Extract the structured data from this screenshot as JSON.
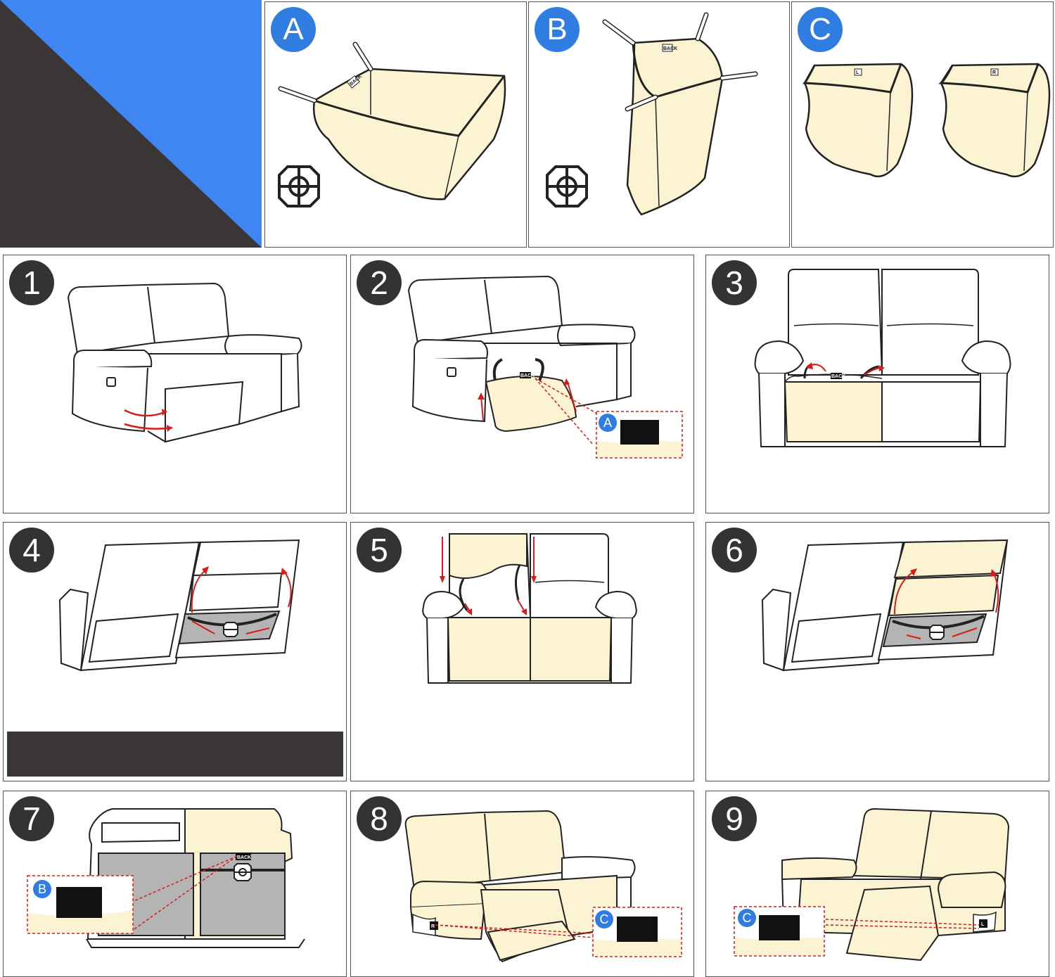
{
  "brand": {
    "dark_color": "#3a3636",
    "accent_color": "#3f86f2"
  },
  "parts": [
    {
      "letter": "A",
      "tag": "BACK"
    },
    {
      "letter": "B",
      "tag": "BACK"
    },
    {
      "letter": "C",
      "tags": [
        "L",
        "R"
      ]
    }
  ],
  "steps": [
    {
      "number": "1"
    },
    {
      "number": "2",
      "tag": "BACK",
      "callout_letter": "A"
    },
    {
      "number": "3",
      "tag": "BACK"
    },
    {
      "number": "4"
    },
    {
      "number": "5"
    },
    {
      "number": "6"
    },
    {
      "number": "7",
      "tag": "BACK",
      "callout_letter": "B"
    },
    {
      "number": "8",
      "side_tag": "R",
      "callout_letter": "C"
    },
    {
      "number": "9",
      "side_tag": "L",
      "callout_letter": "C"
    }
  ],
  "colors": {
    "cover": "#fbf3d2",
    "outline": "#222222",
    "arrow": "#d81b1b",
    "badge_dark": "#333333",
    "badge_blue": "#2f7de1",
    "gray": "#b4b4b4"
  }
}
